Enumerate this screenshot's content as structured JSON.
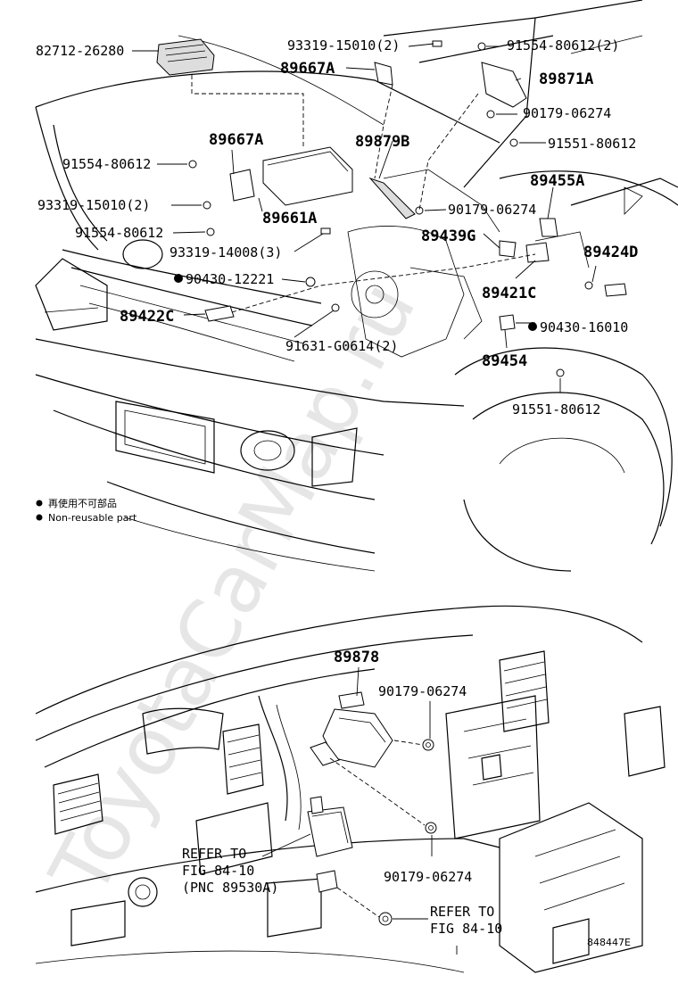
{
  "watermark": "ToyotaCarMap.ru",
  "legend": {
    "line1": "再使用不可部品",
    "line2": "Non-reusable part"
  },
  "figure_code": "848447E",
  "labels": {
    "p82712": "82712-26280",
    "p93319a": "93319-15010(2)",
    "p91554a": "91554-80612(2)",
    "p89667A_top": "89667A",
    "p89871A": "89871A",
    "p90179a": "90179-06274",
    "p89667A": "89667A",
    "p89879B": "89879B",
    "p91551a": "91551-80612",
    "p91554b": "91554-80612",
    "p89455A": "89455A",
    "p93319b": "93319-15010(2)",
    "p89661A": "89661A",
    "p90179b": "90179-06274",
    "p91554c": "91554-80612",
    "p89439G": "89439G",
    "p93319c": "93319-14008(3)",
    "p89424D": "89424D",
    "p90430a": "90430-12221",
    "p89421C": "89421C",
    "p89422C": "89422C",
    "p90430b": "90430-16010",
    "p91631": "91631-G0614(2)",
    "p89454": "89454",
    "p91551b": "91551-80612",
    "p89878": "89878",
    "p90179c": "90179-06274",
    "refer1_l1": "REFER TO",
    "refer1_l2": "FIG 84-10",
    "refer1_l3": "(PNC 89530A)",
    "p90179d": "90179-06274",
    "refer2_l1": "REFER TO",
    "refer2_l2": "FIG 84-10"
  }
}
